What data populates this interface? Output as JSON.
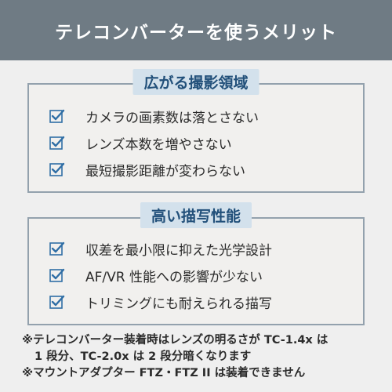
{
  "header": {
    "title": "テレコンバーターを使うメリット"
  },
  "section1": {
    "title": "広がる撮影領域",
    "items": [
      "カメラの画素数は落とさない",
      "レンズ本数を増やさない",
      "最短撮影距離が変わらない"
    ]
  },
  "section2": {
    "title": "高い描写性能",
    "items": [
      "収差を最小限に抑えた光学設計",
      "AF/VR 性能への影響が少ない",
      "トリミングにも耐えられる描写"
    ]
  },
  "notes": [
    "※テレコンバーター装着時はレンズの明るさが TC-1.4x は",
    "1 段分、TC-2.0x は 2 段分暗くなります",
    "※マウントアダプター FTZ・FTZ II は装着できません"
  ],
  "colors": {
    "header_bg": "#6f7b84",
    "badge_bg": "#d3e1ec",
    "badge_text": "#22507a",
    "check": "#2f6ea5"
  },
  "icons": {
    "check": "checkmark-icon"
  }
}
